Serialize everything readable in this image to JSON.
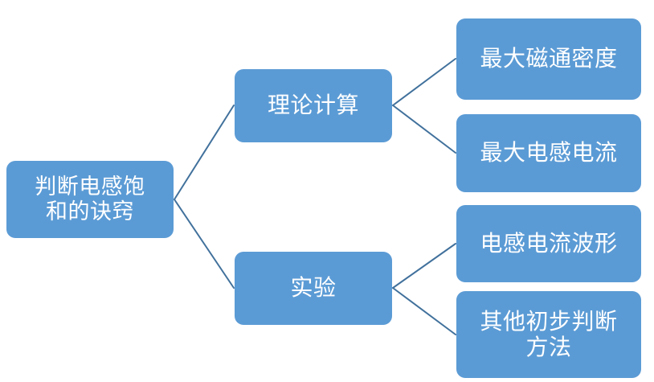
{
  "diagram": {
    "type": "tree-mindmap",
    "orientation": "left-to-right",
    "background_color": "#FFFFFF",
    "node_fill_color": "#5B9BD5",
    "node_text_color": "#FFFFFF",
    "connector_color": "#41719C",
    "root": {
      "label": "判断电感饱\n和的诀窍"
    },
    "branches": [
      {
        "label": "理论计算",
        "children": [
          {
            "label": "最大磁通密度"
          },
          {
            "label": "最大电感电流"
          }
        ]
      },
      {
        "label": "实验",
        "children": [
          {
            "label": "电感电流波形"
          },
          {
            "label": "其他初步判断\n方法"
          }
        ]
      }
    ]
  }
}
